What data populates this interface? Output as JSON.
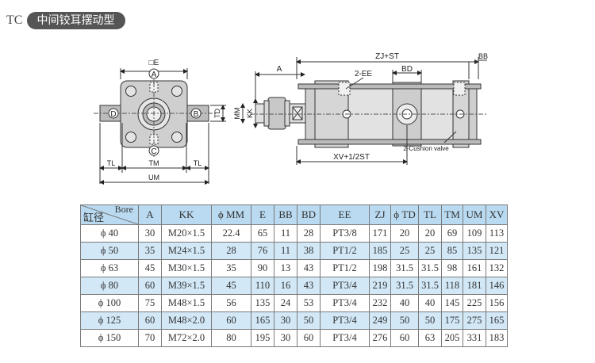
{
  "header": {
    "code": "TC",
    "title": "中间铰耳摆动型"
  },
  "drawing": {
    "front": {
      "e": "□E",
      "a": "A",
      "b": "B",
      "c": "C",
      "d": "D",
      "td": "TD",
      "tl": "TL",
      "tm": "TM",
      "um": "UM"
    },
    "side": {
      "a": "A",
      "mm": "MM",
      "kk": "KK",
      "zj": "ZJ+ST",
      "bb": "BB",
      "ee": "2-EE",
      "bd": "BD",
      "xv": "XV+1/2ST",
      "cushion": "2-Cushion valve"
    }
  },
  "table": {
    "corner_top": "Bore",
    "corner_bottom": "缸径",
    "headers": [
      "A",
      "KK",
      "ϕ MM",
      "E",
      "BB",
      "BD",
      "EE",
      "ZJ",
      "ϕ TD",
      "TL",
      "TM",
      "UM",
      "XV"
    ],
    "rows": [
      [
        "ϕ 40",
        "30",
        "M20×1.5",
        "22.4",
        "65",
        "11",
        "28",
        "PT3/8",
        "171",
        "20",
        "20",
        "69",
        "109",
        "113"
      ],
      [
        "ϕ 50",
        "35",
        "M24×1.5",
        "28",
        "76",
        "11",
        "38",
        "PT1/2",
        "185",
        "25",
        "25",
        "85",
        "135",
        "121"
      ],
      [
        "ϕ 63",
        "45",
        "M30×1.5",
        "35",
        "90",
        "13",
        "43",
        "PT1/2",
        "198",
        "31.5",
        "31.5",
        "98",
        "161",
        "132"
      ],
      [
        "ϕ 80",
        "60",
        "M39×1.5",
        "45",
        "110",
        "16",
        "43",
        "PT3/4",
        "219",
        "31.5",
        "31.5",
        "118",
        "181",
        "146"
      ],
      [
        "ϕ 100",
        "75",
        "M48×1.5",
        "56",
        "135",
        "24",
        "53",
        "PT3/4",
        "232",
        "40",
        "40",
        "145",
        "225",
        "156"
      ],
      [
        "ϕ 125",
        "60",
        "M48×2.0",
        "60",
        "165",
        "30",
        "50",
        "PT3/4",
        "249",
        "50",
        "50",
        "175",
        "275",
        "165"
      ],
      [
        "ϕ 150",
        "70",
        "M72×2.0",
        "80",
        "195",
        "30",
        "60",
        "PT3/4",
        "276",
        "60",
        "63",
        "205",
        "331",
        "183"
      ]
    ]
  }
}
